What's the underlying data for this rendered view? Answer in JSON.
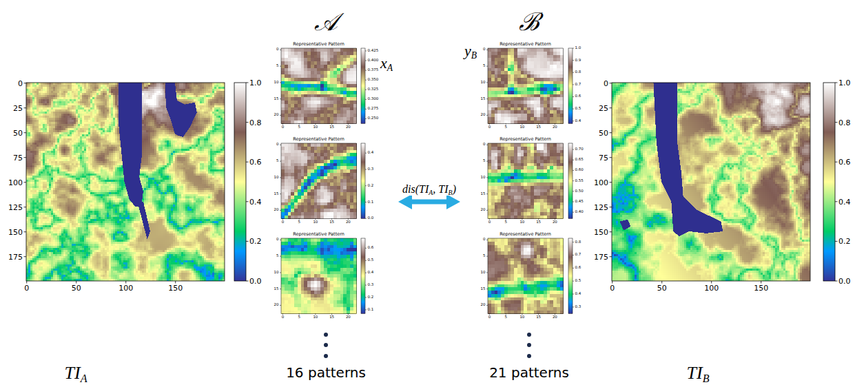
{
  "diagram": {
    "nodes": [
      {
        "text": [
          "TIA"
        ]
      },
      {
        "text": [
          "𝒜",
          "16 patterns"
        ]
      },
      {
        "text": [
          "Representative Pattern",
          "xA"
        ],
        "in": 1
      },
      {
        "text": [
          "Representative Pattern"
        ],
        "in": 1
      },
      {
        "text": [
          "Representative Pattern"
        ],
        "in": 1
      },
      {
        "text": [
          "ℬ",
          "21 patterns"
        ]
      },
      {
        "text": [
          "Representative Pattern",
          "yB"
        ],
        "in": 5
      },
      {
        "text": [
          "Representative Pattern"
        ],
        "in": 5
      },
      {
        "text": [
          "Representative Pattern"
        ],
        "in": 5
      },
      {
        "text": [
          "TIB"
        ]
      }
    ],
    "edges": [
      {
        "from": 1,
        "to": 5,
        "arrow": "both",
        "label": "dis(TIA, TIB)"
      }
    ],
    "labels": [
      "0",
      "25",
      "50",
      "75",
      "100",
      "125",
      "150",
      "175",
      "0",
      "50",
      "100",
      "150",
      "1.0",
      "0.8",
      "0.6",
      "0.4",
      "0.2",
      "0.0",
      "0",
      "5",
      "10",
      "15",
      "20",
      "0",
      "5",
      "10",
      "15",
      "20",
      "0.425",
      "0.400",
      "0.375",
      "0.350",
      "0.325",
      "0.300",
      "0.275",
      "0.250",
      "0",
      "5",
      "10",
      "15",
      "20",
      "0",
      "5",
      "10",
      "15",
      "20",
      "0.4",
      "0.3",
      "0.2",
      "0.1",
      "0.0",
      "0",
      "5",
      "10",
      "15",
      "20",
      "0",
      "5",
      "10",
      "15",
      "20",
      "0.6",
      "0.5",
      "0.4",
      "0.3",
      "0.2",
      "0.1",
      "0",
      "5",
      "10",
      "15",
      "20",
      "0",
      "5",
      "10",
      "15",
      "20",
      "1.0",
      "0.9",
      "0.8",
      "0.7",
      "0.6",
      "0.5",
      "0.4",
      "0",
      "5",
      "10",
      "15",
      "20",
      "0",
      "5",
      "10",
      "15",
      "20",
      "0.70",
      "0.65",
      "0.60",
      "0.55",
      "0.50",
      "0.45",
      "0.40",
      "0",
      "5",
      "10",
      "15",
      "20",
      "0",
      "5",
      "10",
      "15",
      "20",
      "0.8",
      "0.7",
      "0.6",
      "0.5",
      "0.4",
      "0.3",
      "0",
      "25",
      "50",
      "75",
      "100",
      "125",
      "150",
      "175",
      "0",
      "50",
      "100",
      "150",
      "1.0",
      "0.8",
      "0.6",
      "0.4",
      "0.2",
      "0.0"
    ]
  }
}
